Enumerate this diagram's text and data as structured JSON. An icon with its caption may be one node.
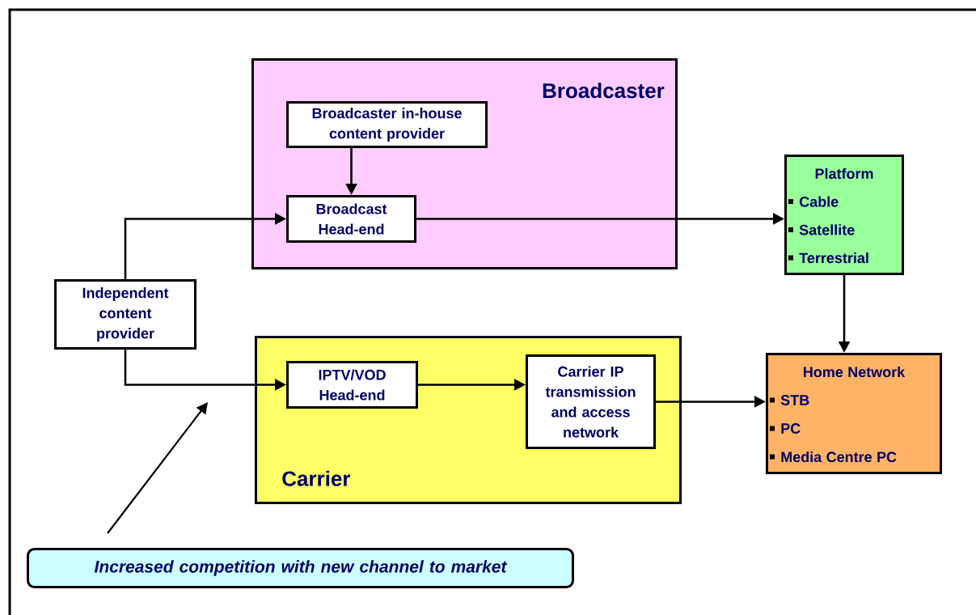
{
  "diagram": {
    "nodes": [
      {
        "text": [
          "Broadcaster"
        ]
      },
      {
        "text": [
          "Broadcaster in-house content provider"
        ],
        "in": 0
      },
      {
        "text": [
          "Broadcast Head-end"
        ],
        "in": 0
      },
      {
        "text": [
          "Platform",
          "Cable",
          "Satellite",
          "Terrestrial"
        ]
      },
      {
        "text": [
          "Independent content provider"
        ]
      },
      {
        "text": [
          "Carrier"
        ]
      },
      {
        "text": [
          "IPTV/VOD Head-end"
        ],
        "in": 5
      },
      {
        "text": [
          "Carrier IP transmission and access network"
        ],
        "in": 5
      },
      {
        "text": [
          "Home Network",
          "STB",
          "PC",
          "Media Centre PC"
        ]
      },
      {
        "text": [
          "Increased competition with new channel to market"
        ]
      }
    ],
    "edges": [
      {
        "from": 1,
        "to": 2,
        "arrow": "to"
      },
      {
        "from": 4,
        "to": 2,
        "arrow": "to"
      },
      {
        "from": 2,
        "to": 3,
        "arrow": "to"
      },
      {
        "from": 4,
        "to": 6,
        "arrow": "to"
      },
      {
        "from": 6,
        "to": 7,
        "arrow": "to"
      },
      {
        "from": 7,
        "to": 8,
        "arrow": "to"
      },
      {
        "from": 3,
        "to": 8,
        "arrow": "to"
      },
      {
        "from": 9,
        "to": null,
        "arrow": "to"
      }
    ]
  }
}
